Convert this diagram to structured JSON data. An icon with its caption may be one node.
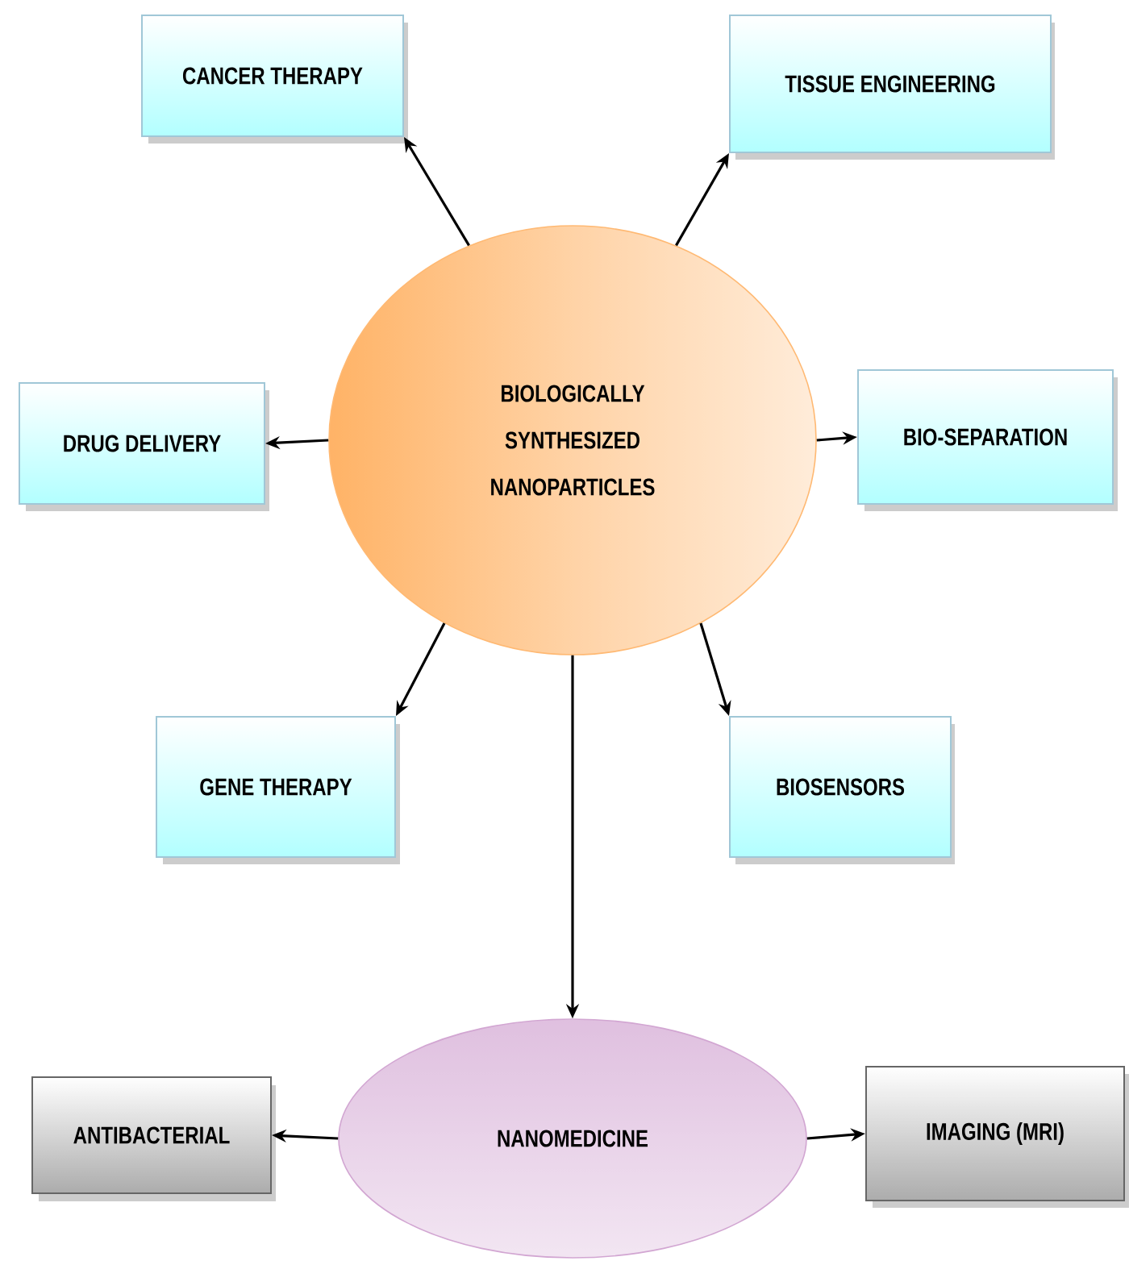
{
  "diagram": {
    "nodes": [
      {
        "text": [
          "BIOLOGICALLY SYNTHESIZED NANOPARTICLES"
        ]
      },
      {
        "text": [
          "CANCER THERAPY"
        ]
      },
      {
        "text": [
          "TISSUE ENGINEERING"
        ]
      },
      {
        "text": [
          "DRUG DELIVERY"
        ]
      },
      {
        "text": [
          "BIO-SEPARATION"
        ]
      },
      {
        "text": [
          "GENE THERAPY"
        ]
      },
      {
        "text": [
          "BIOSENSORS"
        ]
      },
      {
        "text": [
          "NANOMEDICINE"
        ]
      },
      {
        "text": [
          "ANTIBACTERIAL"
        ]
      },
      {
        "text": [
          "IMAGING (MRI)"
        ]
      }
    ],
    "edges": [
      {
        "from": 0,
        "to": 1,
        "arrow": "to"
      },
      {
        "from": 0,
        "to": 2,
        "arrow": "to"
      },
      {
        "from": 0,
        "to": 3,
        "arrow": "to"
      },
      {
        "from": 0,
        "to": 4,
        "arrow": "to"
      },
      {
        "from": 0,
        "to": 5,
        "arrow": "to"
      },
      {
        "from": 0,
        "to": 6,
        "arrow": "to"
      },
      {
        "from": 0,
        "to": 7,
        "arrow": "to"
      },
      {
        "from": 7,
        "to": 8,
        "arrow": "to"
      },
      {
        "from": 7,
        "to": 9,
        "arrow": "to"
      }
    ]
  }
}
